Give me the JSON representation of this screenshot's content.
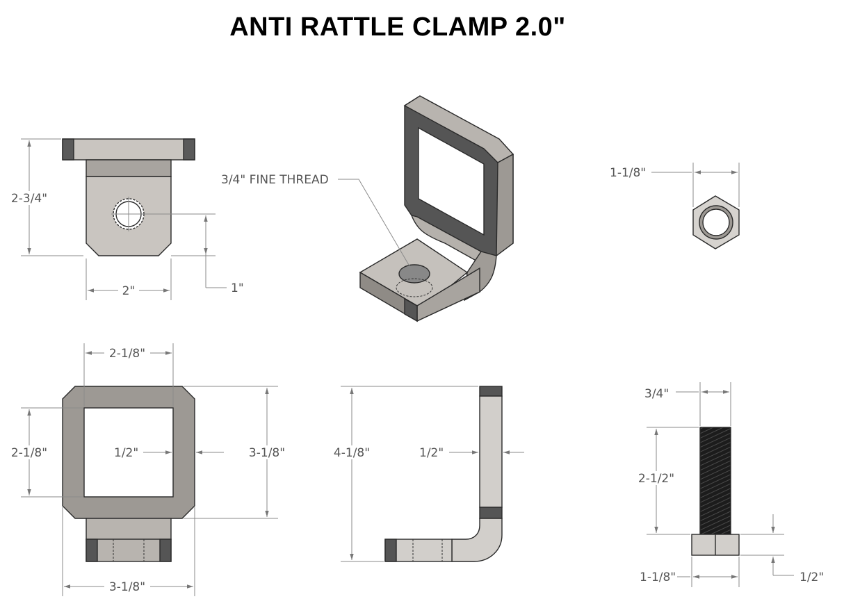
{
  "title": "ANTI RATTLE CLAMP 2.0\"",
  "views": {
    "top_view": {
      "height_label": "2-3/4\"",
      "width_label": "2\"",
      "hole_offset_label": "1\""
    },
    "isometric_view": {
      "thread_callout": "3/4\" FINE THREAD"
    },
    "nut_view": {
      "width_label": "1-1/8\""
    },
    "front_view": {
      "top_width_label": "2-1/8\"",
      "opening_height_label": "2-1/8\"",
      "wall_label": "1/2\"",
      "overall_height_label": "3-1/8\"",
      "overall_width_label": "3-1/8\""
    },
    "side_view": {
      "height_label": "4-1/8\"",
      "thickness_label": "1/2\""
    },
    "bolt_view": {
      "diameter_label": "3/4\"",
      "length_label": "2-1/2\"",
      "head_width_label": "1-1/8\"",
      "head_height_label": "1/2\""
    }
  },
  "colors": {
    "metal_face": "#c9c5c0",
    "metal_dark": "#555555",
    "metal_edge": "#8f8b86",
    "thread": "#1c1c1c"
  }
}
